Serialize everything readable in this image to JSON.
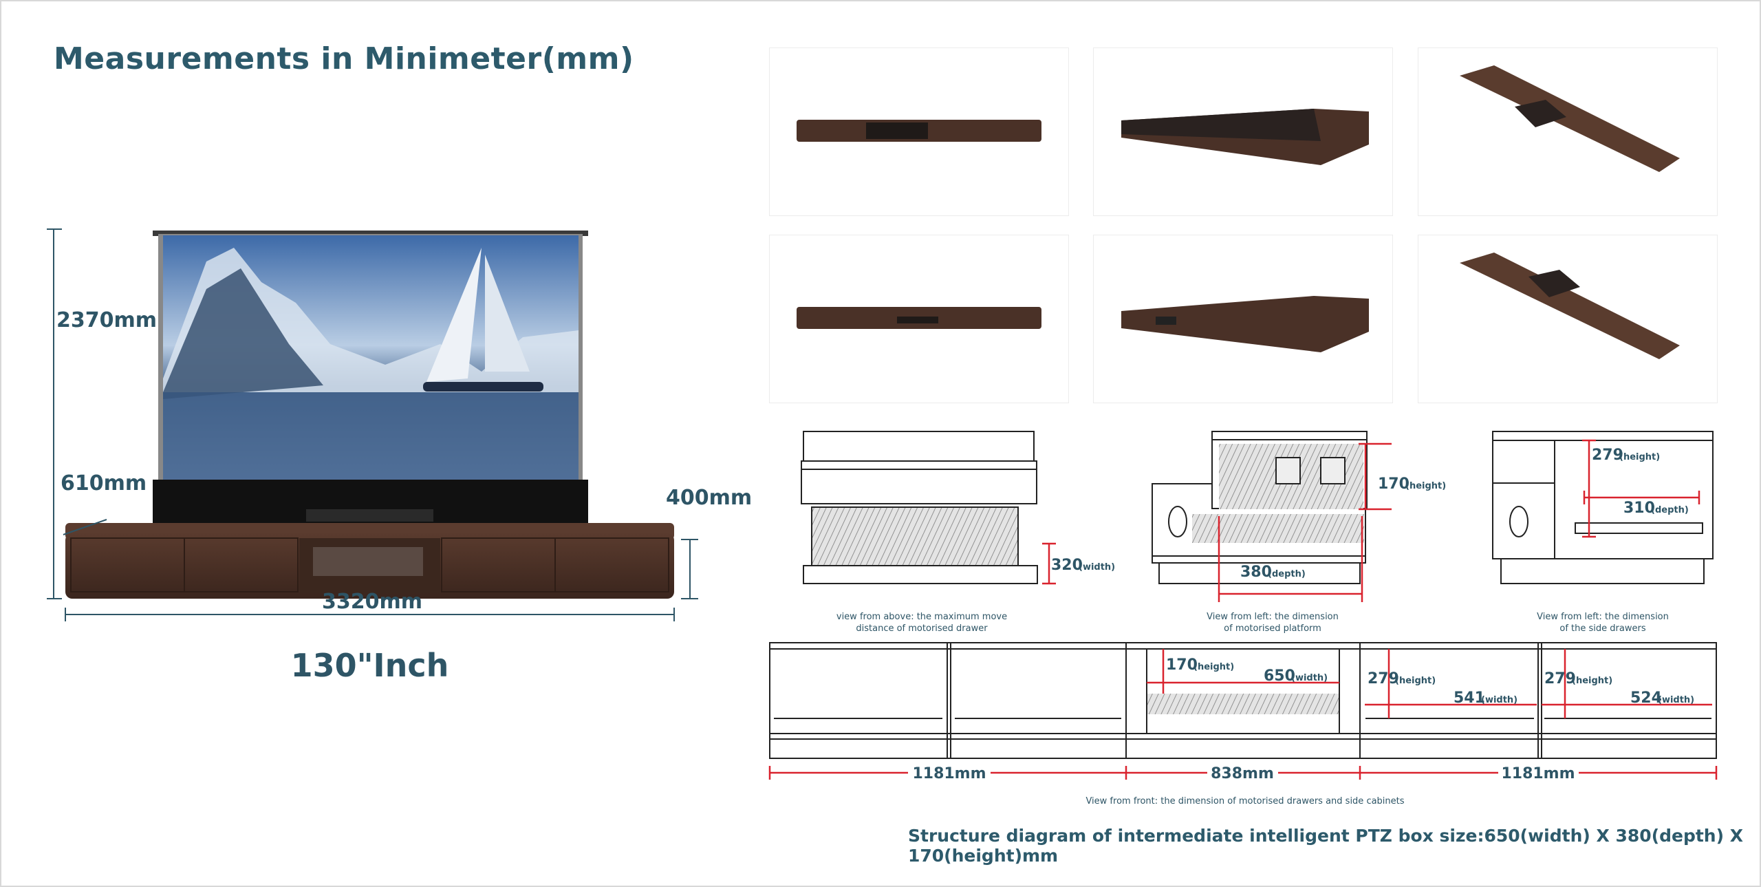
{
  "title": "Measurements in Minimeter(mm)",
  "dimensions": {
    "height": "2370mm",
    "depth": "610mm",
    "cabinet_height": "400mm",
    "width": "3320mm"
  },
  "screen_size": "130\"Inch",
  "drawings": {
    "top_view": {
      "width_value": "320",
      "width_unit": "(width)",
      "caption_line1": "view from above: the maximum move",
      "caption_line2": "distance of motorised drawer"
    },
    "platform_view": {
      "height_value": "170",
      "height_unit": "(height)",
      "depth_value": "380",
      "depth_unit": "(depth)",
      "caption_line1": "View from left: the dimension",
      "caption_line2": "of motorised platform"
    },
    "side_drawer_view": {
      "height_value": "279",
      "height_unit": "(height)",
      "depth_value": "310",
      "depth_unit": "(depth)",
      "caption_line1": "View from left: the dimension",
      "caption_line2": "of the side drawers"
    },
    "front_view": {
      "center_height": "170",
      "center_width": "650",
      "right1_height": "279",
      "right1_width": "541",
      "right2_height": "279",
      "right2_width": "524",
      "height_unit": "(height)",
      "width_unit": "(width)",
      "seg_left": "1181mm",
      "seg_center": "838mm",
      "seg_right": "1181mm",
      "caption": "View from front: the dimension of motorised drawers and side cabinets"
    }
  },
  "footer": "Structure diagram of intermediate intelligent PTZ box size:650(width) X 380(depth) X 170(height)mm",
  "colors": {
    "text": "#2e5566",
    "dimension_red": "#d9232e",
    "wood": "#4a3127"
  }
}
